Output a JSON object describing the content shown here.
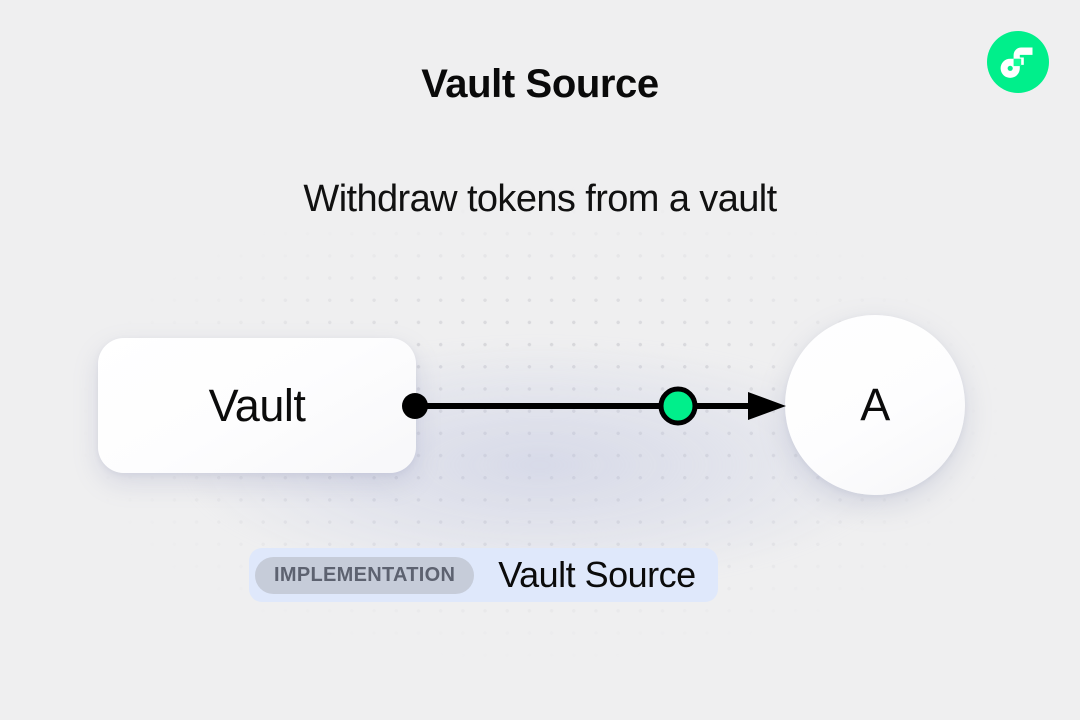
{
  "header": {
    "title": "Vault Source",
    "subtitle": "Withdraw tokens from a vault"
  },
  "brand": {
    "logo_icon": "flow-logo-icon",
    "logo_color": "#00ef8b",
    "logo_mark_color": "#ffffff",
    "logo_accent_color": "#16ff99"
  },
  "diagram": {
    "nodes": [
      {
        "id": "vault",
        "label": "Vault",
        "shape": "rounded-rect"
      },
      {
        "id": "a",
        "label": "A",
        "shape": "circle"
      }
    ],
    "edge": {
      "source_handle_color": "#000000",
      "midpoint_handle_color": "#00ef8b",
      "line_color": "#000000",
      "arrow": "arrow-right"
    }
  },
  "implementation": {
    "tag_label": "IMPLEMENTATION",
    "name": "Vault Source",
    "tag_bg": "#c6ccd9",
    "tag_text": "#5d6270",
    "badge_bg": "#dfe8fb"
  },
  "theme": {
    "background": "#efeff0",
    "dot_color": "#d6d6da",
    "text_color": "#0b0b0b"
  }
}
